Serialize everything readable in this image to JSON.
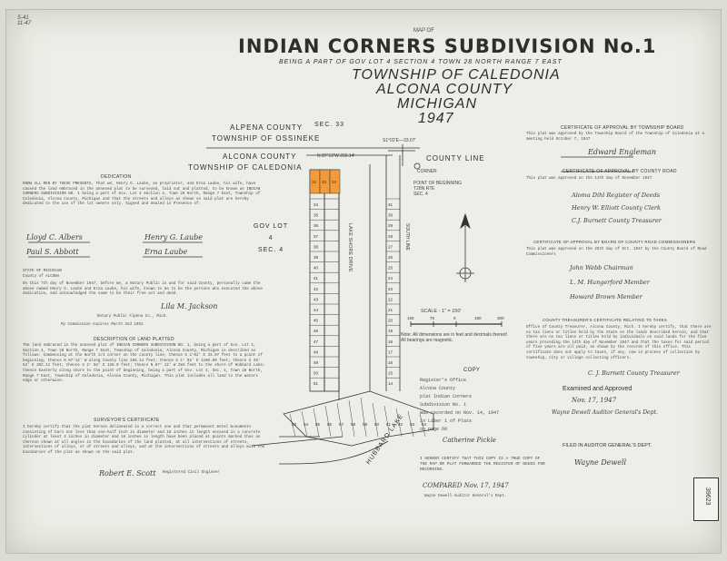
{
  "corner_note": "S-41\n11-47",
  "title": {
    "map_of": "MAP OF",
    "main": "INDIAN CORNERS SUBDIVISION No.1",
    "sub": "BEING A PART OF GOV LOT 4 SECTION 4 TOWN 28 NORTH RANGE 7 EAST",
    "township": "TOWNSHIP OF CALEDONIA",
    "county": "ALCONA COUNTY",
    "state": "MICHIGAN",
    "year": "1947"
  },
  "map": {
    "alpena_county": "ALPENA COUNTY",
    "ossineke": "TOWNSHIP OF OSSINEKE",
    "alcona_county": "ALCONA COUNTY",
    "caledonia": "TOWNSHIP OF CALEDONIA",
    "sec33": "SEC. 33",
    "county_line": "COUNTY LINE",
    "corner": "CORNER",
    "point_beginning": "POINT OF BEGINNING\nT28N R7E\nSEC. 4",
    "gov_lot": "GOV LOT\n4\nSEC. 4",
    "bearing_top": "N 87°12'W 266.14'",
    "bearing_right": "S1°02'E—33.07'",
    "street_right": "SOUTH LINE",
    "lake_shore": "LAKE SHORE DRIVE",
    "hubbard_lake": "HUBBARD LAKE",
    "scale_label": "SCALE - 1\" = 150'",
    "scale_ticks": [
      "150",
      "75",
      "0",
      "150",
      "300"
    ],
    "notes": "Note: All dimensions are in feet and decimals thereof.\nAll bearings are magnetic.",
    "lots_highlight": [
      "32",
      "33",
      "34"
    ],
    "lots_left": [
      "34",
      "35",
      "36",
      "37",
      "38",
      "39",
      "40",
      "41",
      "42",
      "43",
      "44",
      "45",
      "46",
      "47",
      "48",
      "49",
      "50",
      "51"
    ],
    "lots_right": [
      "31",
      "30",
      "29",
      "28",
      "27",
      "26",
      "25",
      "24",
      "23",
      "22",
      "21",
      "20",
      "19",
      "18",
      "17",
      "16",
      "15",
      "14"
    ],
    "lots_bottom": [
      "53",
      "54",
      "55",
      "56",
      "57",
      "58",
      "59",
      "60",
      "61",
      "62",
      "63",
      "64"
    ],
    "highlight_color": "#f39a3a"
  },
  "left": {
    "dedication_title": "DEDICATION",
    "dedication_text": "KNOW ALL MEN BY THESE PRESENTS, That we, Henry G. Laube, as proprietor, and Erna Laube, his wife, have caused the land embraced in the annexed plat to be surveyed, laid out and platted, to be known as INDIAN CORNERS SUBDIVISION NO. 1 being a part of Gov. Lot 4 Section 4, Town 28 North, Range 7 East, Township of Caledonia, Alcona County, Michigan and that the streets and alleys as shown on said plat are hereby dedicated to the use of the lot owners only. Signed and Sealed in Presence of:",
    "witness_names": [
      "Lloyd C. Albers",
      "Paul S. Abbott"
    ],
    "owner_names": [
      "Henry G. Laube",
      "Erna Laube"
    ],
    "state_text": "STATE OF MICHIGAN\nCounty of ALCONA",
    "ack_text": "On this 7th day of November 1947, before me, a Notary Public in and for said County, personally came the above named Henry G. Laube and Erna Laube, his wife, known to me to be the persons who executed the above dedication, and acknowledged the same to be their free act and deed.",
    "notary_name": "Lila M. Jackson",
    "notary_line": "Notary Public    Alpena    Co., Mich.",
    "commission": "My Commission expires March 2nd 1951",
    "description_title": "DESCRIPTION OF LAND PLATTED",
    "description_text": "The land embraced in the annexed plat of INDIAN CORNERS SUBDIVISION NO. 1, being a part of Gov. Lot 4, Section 4, Town 28 North, Range 7 East, Township of Caledonia, Alcona County, Michigan is described as follows: Commencing at the North 1/4 corner on the county line; thence S 1°02' E 33.07 feet to a point of beginning; thence N 87°12' W along County line 266.14 feet; thence S 1° 02' E 1180.00 feet; thence S 46° 53' E 302.11 feet; thence S 2° 58' E 126.0 feet; thence N 87° 12' W 284 feet to the shore of Hubbard Lake; thence Easterly along shore to the point of beginning, being a part of Gov. Lot 4, Sec. 4, Town 28 North, Range 7 East, Township of Caledonia, Alcona County, Michigan.\nThis plat includes all land to the waters edge or otherwise.",
    "surveyor_title": "SURVEYOR'S CERTIFICATE",
    "surveyor_text": "I hereby certify that the plat hereon delineated is a correct one and that permanent metal monuments consisting of bars not less than one-half inch in diameter and 18 inches in length encased in a concrete cylinder at least 4 inches in diameter and 18 inches in length have been placed at points marked thus as thereon shown at all angles in the boundaries of the land platted, at all intersections of streets, intersections of alleys, or of streets and alleys, and at the intersections of streets and alleys with the boundaries of the plat as shown on the said plat.",
    "surveyor_sig": "Robert E. Scott",
    "surveyor_role": "Registered Civil Engineer"
  },
  "right": {
    "cert_township_title": "CERTIFICATE OF APPROVAL BY TOWNSHIP BOARD",
    "cert_township_text": "This plat was approved by the Township Board of the Township of Caledonia at a meeting held October 7, 1947",
    "cert_township_sig": "Edward Engleman",
    "cert_road_title": "CERTIFICATE OF APPROVAL BY COUNTY ROAD",
    "cert_road_text": "This plat was approved on the 14th day of November 1947",
    "road_sigs": [
      "Aloma Dihl  Register of Deeds",
      "Henry W. Elliott  County Clerk",
      "C.J. Burnett  County Treasurer"
    ],
    "cert_commissioner_title": "CERTIFICATE OF APPROVAL BY BOARD OF COUNTY ROAD COMMISSIONERS",
    "cert_commissioner_text": "This plat was approved on the 25th day of Oct. 1947 by the County Board of Road Commissioners",
    "commissioner_sigs": [
      "John Webb  Chairman",
      "L. M. Hungerford  Member",
      "Howard Brown  Member"
    ],
    "treasurer_title": "COUNTY TREASURER'S CERTIFICATE RELATING TO TAXES",
    "treasurer_text": "Office of County Treasurer, Alcona County, Mich. I hereby certify, that there are no tax liens or titles held by the State on the lands described herein, and that there are no tax liens or titles held by individuals on said lands for the five years preceding the 14th day of November 1947 and that the taxes for said period of five years are all paid, as shown by the records of this office. This certificate does not apply to taxes, if any, now in process of collection by township, city or village collecting officers.",
    "treasurer_sig": "C. J. Burnett  County Treasurer",
    "copy_title": "COPY",
    "copy_text": "Register's Office\nAlcona County\nplat Indian Corners\nSubdivision No. 1\nwas recorded on Nov. 14, 1947\nin Liber 1 of Plats\non page 69",
    "register_sig": "Catherine Pickle",
    "examined": "Examined and Approved",
    "examined_date": "Nov. 17, 1947",
    "examined_sig": "Wayne Dewell  Auditor General's Dept.",
    "filed": "FILED IN AUDITOR GENERAL'S DEPT.",
    "filed_sig": "Wayne Dewell",
    "true_copy": "I HEREBY CERTIFY THAT THIS COPY IS A TRUE COPY OF THE MAP OR PLAT FORWARDED THE REGISTER OF DEEDS FOR RECORDING.",
    "compared": "COMPARED  Nov. 17, 1947",
    "compared_sig": "Wayne Dewell  Auditor General's Dept.",
    "stamp": "39623"
  }
}
